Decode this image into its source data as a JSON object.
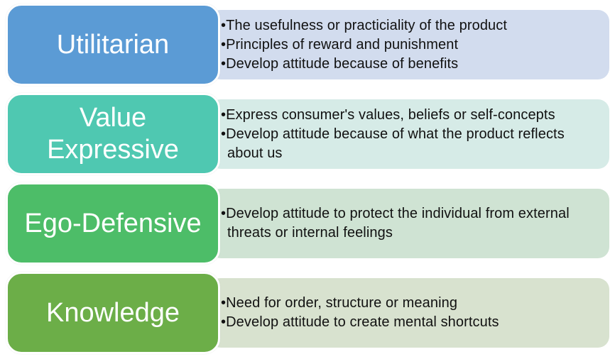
{
  "colors": {
    "background": "#ffffff",
    "label_text": "#ffffff",
    "bullet_text": "#111111"
  },
  "rows": [
    {
      "label": "Utilitarian",
      "label_color": "#5b9bd5",
      "panel_color": "#d2dcee",
      "bullets": [
        "The usefulness or practiciality of the product",
        "Principles of reward and punishment",
        "Develop attitude because of benefits"
      ]
    },
    {
      "label": "Value Expressive",
      "label_color": "#4fc8b1",
      "panel_color": "#d6ebe7",
      "bullets": [
        "Express consumer's values, beliefs or self-concepts",
        "Develop attitude because of what the product reflects about us"
      ]
    },
    {
      "label": "Ego-Defensive",
      "label_color": "#4dbd68",
      "panel_color": "#cfe3d3",
      "bullets": [
        "Develop attitude to protect the individual from external threats or internal feelings"
      ]
    },
    {
      "label": "Knowledge",
      "label_color": "#6cae48",
      "panel_color": "#d8e2cf",
      "bullets": [
        "Need for order, structure or meaning",
        "Develop attitude to create mental shortcuts"
      ]
    }
  ]
}
